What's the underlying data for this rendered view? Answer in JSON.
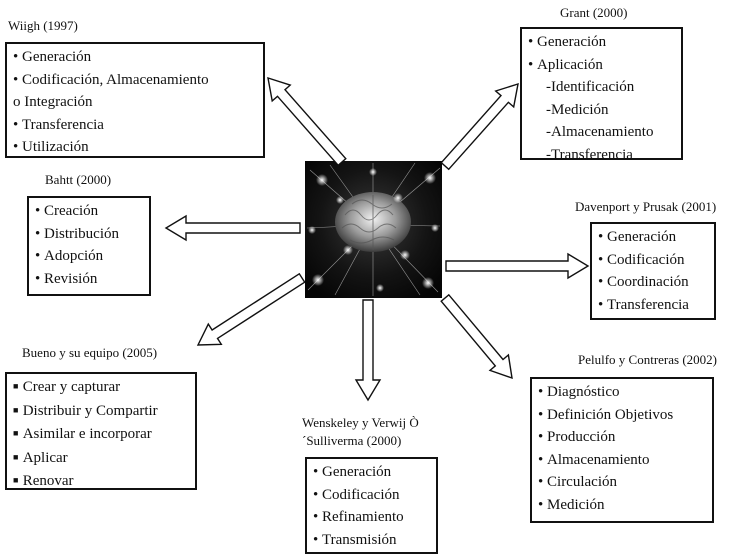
{
  "nodes": [
    {
      "id": "wiigh",
      "title": "Wiigh (1997)",
      "bullet": "dot",
      "items": [
        {
          "text": "Generación"
        },
        {
          "text": "Codificación, Almacenamiento"
        },
        {
          "text": "o Integración",
          "continuation": true
        },
        {
          "text": "Transferencia"
        },
        {
          "text": "Utilización"
        }
      ]
    },
    {
      "id": "grant",
      "title": "Grant (2000)",
      "bullet": "dot",
      "items": [
        {
          "text": "Generación"
        },
        {
          "text": "Aplicación"
        },
        {
          "text": "-Identificación",
          "sub": true
        },
        {
          "text": "-Medición",
          "sub": true
        },
        {
          "text": "-Almacenamiento",
          "sub": true
        },
        {
          "text": "-Transferencia",
          "sub": true
        }
      ]
    },
    {
      "id": "bahtt",
      "title": "Bahtt (2000)",
      "bullet": "dot",
      "items": [
        {
          "text": "Creación"
        },
        {
          "text": "Distribución"
        },
        {
          "text": "Adopción"
        },
        {
          "text": "Revisión"
        }
      ]
    },
    {
      "id": "davenport",
      "title": "Davenport y Prusak (2001)",
      "bullet": "dot",
      "items": [
        {
          "text": "Generación"
        },
        {
          "text": "Codificación"
        },
        {
          "text": "Coordinación"
        },
        {
          "text": "Transferencia"
        }
      ]
    },
    {
      "id": "bueno",
      "title": "Bueno y su equipo (2005)",
      "bullet": "square",
      "items": [
        {
          "text": "Crear y capturar"
        },
        {
          "text": "Distribuir y Compartir"
        },
        {
          "text": "Asimilar e incorporar"
        },
        {
          "text": "Aplicar"
        },
        {
          "text": "Renovar"
        }
      ]
    },
    {
      "id": "wenskeley",
      "title": "Wenskeley y Verwij Ò",
      "title2": "´Sulliverma (2000)",
      "bullet": "dot",
      "items": [
        {
          "text": "Generación"
        },
        {
          "text": "Codificación"
        },
        {
          "text": "Refinamiento"
        },
        {
          "text": "Transmisión"
        }
      ]
    },
    {
      "id": "pelulfo",
      "title": "Pelulfo y Contreras (2002)",
      "bullet": "dot",
      "items": [
        {
          "text": "Diagnóstico"
        },
        {
          "text": "Definición Objetivos"
        },
        {
          "text": "Producción"
        },
        {
          "text": "Almacenamiento"
        },
        {
          "text": "Circulación"
        },
        {
          "text": "Medición"
        }
      ]
    }
  ]
}
